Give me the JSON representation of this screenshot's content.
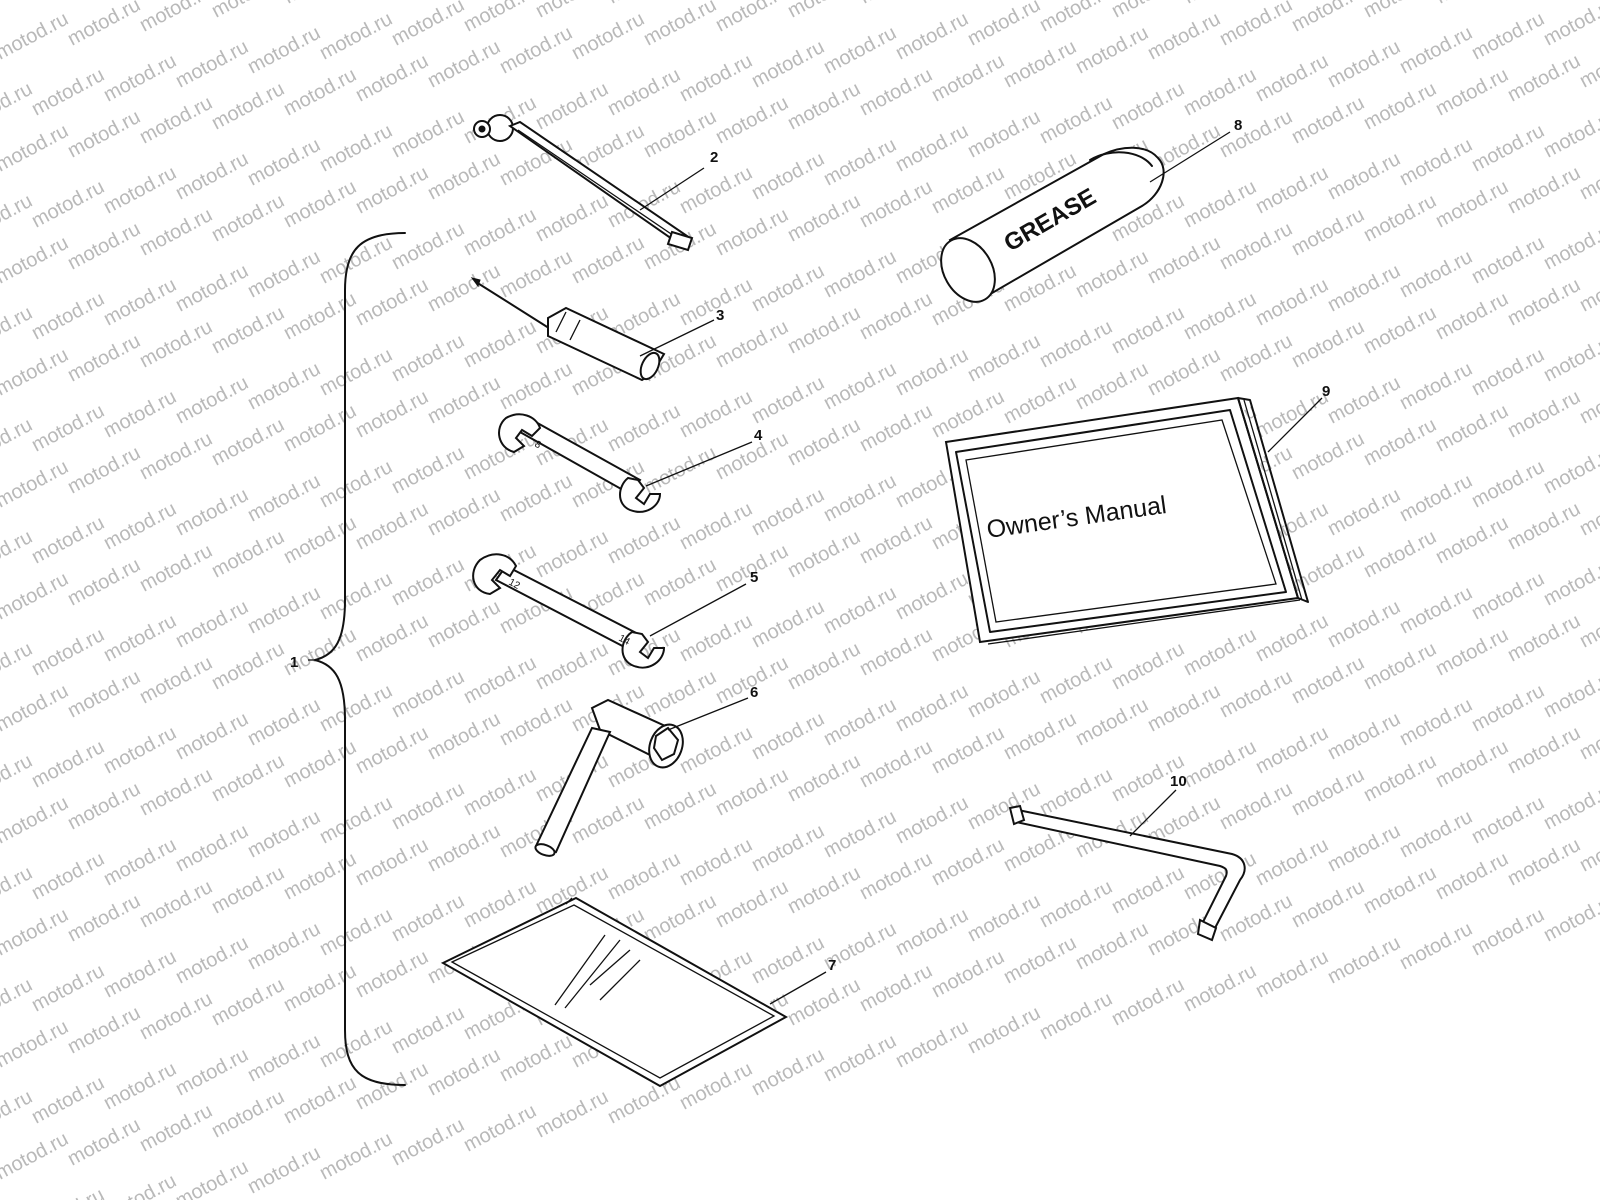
{
  "watermark": {
    "text": "motod.ru",
    "color": "#b9b9b9"
  },
  "callouts": [
    {
      "id": "1",
      "label": "1"
    },
    {
      "id": "2",
      "label": "2"
    },
    {
      "id": "3",
      "label": "3"
    },
    {
      "id": "4",
      "label": "4"
    },
    {
      "id": "5",
      "label": "5"
    },
    {
      "id": "6",
      "label": "6"
    },
    {
      "id": "7",
      "label": "7"
    },
    {
      "id": "8",
      "label": "8"
    },
    {
      "id": "9",
      "label": "9"
    },
    {
      "id": "10",
      "label": "10"
    }
  ],
  "grease_label": "GREASE",
  "manual_label": "Owner’s Manual",
  "wrench_marks": {
    "w4": "8",
    "w5": "12",
    "w5b": "14"
  },
  "icons": {
    "2": "tire-pressure-gauge-icon",
    "3": "screwdriver-icon",
    "4": "open-end-wrench-icon",
    "5": "open-end-wrench-icon",
    "6": "spark-plug-socket-wrench-icon",
    "7": "tool-bag-icon",
    "8": "grease-tube-icon",
    "9": "owners-manual-icon",
    "10": "hex-key-icon"
  }
}
